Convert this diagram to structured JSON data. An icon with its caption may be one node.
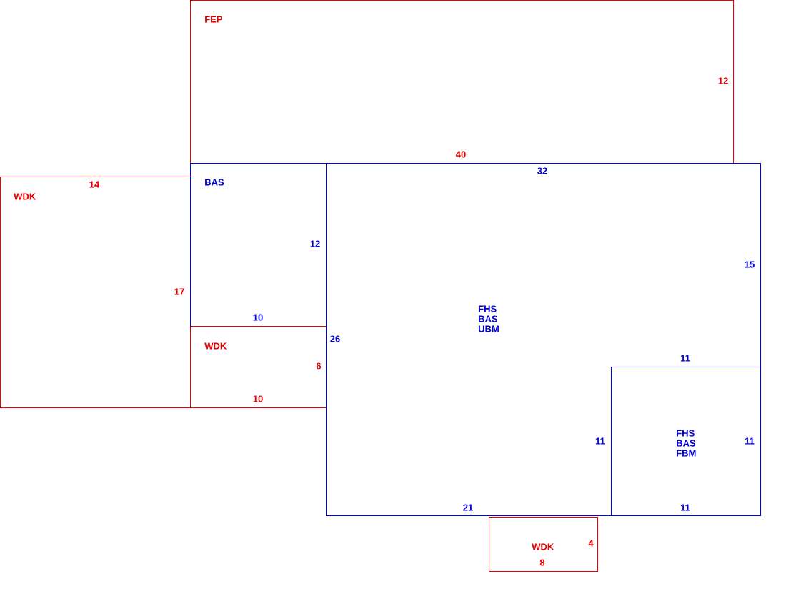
{
  "diagram": {
    "nodes": [
      {
        "text": [
          "FEP"
        ]
      },
      {
        "text": [
          "WDK"
        ]
      },
      {
        "text": [
          "BAS"
        ]
      },
      {
        "text": [
          "WDK"
        ]
      },
      {
        "text": [
          "FHS BAS UBM"
        ]
      },
      {
        "text": [
          "FHS BAS FBM"
        ],
        "in": 4
      },
      {
        "text": [
          "WDK"
        ]
      }
    ],
    "labels": [
      "12",
      "40",
      "32",
      "14",
      "12",
      "15",
      "17",
      "10",
      "26",
      "11",
      "6",
      "10",
      "11",
      "11",
      "21",
      "11",
      "4",
      "8"
    ]
  }
}
